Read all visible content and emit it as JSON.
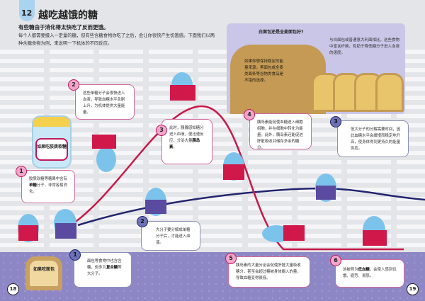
{
  "header": {
    "chapter": "12",
    "title": "越吃越饿的糖",
    "subtitle": "有些糖由于消化得太快吃了反而更饿。",
    "intro": "每个人都需要摄入一定量的糖，但有些含糖食物你吃了之后，会让你很快产生饥饿感。下面我们以两种含糖食物为例，来说明一下机体的不同反应。"
  },
  "bread_box": {
    "title": "白面包还是全麦面包好?",
    "left_text": "如果你想保持稳定的能量来源，黑面包或全麦类面条等谷物类食品是不错的选择。",
    "right_text": "与白面包或普通意大利面相比，这些食物中富含纤维，有助于降低糖分子进入血液的速度。"
  },
  "jelly_path": {
    "label": "如果吃胶质软糖",
    "steps": [
      {
        "n": "1",
        "text_a": "胶质软糖等糖果中含有",
        "bold": "单糖",
        "text_b": "分子，非常容易消化。"
      },
      {
        "n": "2",
        "text_a": "这些单糖分子会很快进入血液，导致血糖水平急剧上升，为机体提供大量能量。",
        "bold": "",
        "text_b": ""
      },
      {
        "n": "3",
        "text_a": "此时，胰腺感知糖分进入血液，便迅速反应，分泌大量",
        "bold": "胰岛素",
        "text_b": "。"
      },
      {
        "n": "4",
        "text_a": "胰岛素能促使血糖进入细胞组胞，并在细胞中转化为能量。此外，胰岛素还能促进肝脏吸收并储存多余的糖分。",
        "bold": "",
        "text_b": ""
      },
      {
        "n": "5",
        "text_a": "胰岛素的大量分泌会促使肝脏大量吸收糖分，甚至会超过糖被身体摄入的量，导致血糖变得很低。",
        "bold": "",
        "text_b": ""
      },
      {
        "n": "6",
        "text_a": "这被称为",
        "bold": "低血糖",
        "text_b": "，会使人感到饥饿、疲劳、易怒。"
      }
    ]
  },
  "bread_path": {
    "label": "如果吃面包",
    "steps": [
      {
        "n": "1",
        "text_a": "面包等食物中也含含糖，但多为",
        "bold": "复合糖",
        "text_b": "等大分子。"
      },
      {
        "n": "2",
        "text_a": "大分子要分解成单糖分子后，才能进入血液。",
        "bold": "",
        "text_b": ""
      },
      {
        "n": "3",
        "text_a": "但大分子的分解需要时间，因此血糖水平会缓慢而稳定地升高，使身体得到更持久的能量供应。",
        "bold": "",
        "text_b": ""
      }
    ]
  },
  "page_numbers": {
    "left": "18",
    "right": "19"
  },
  "colors": {
    "sugar_curve": "#c8184a",
    "bread_curve": "#23246e",
    "floor": "#8d87c6"
  }
}
